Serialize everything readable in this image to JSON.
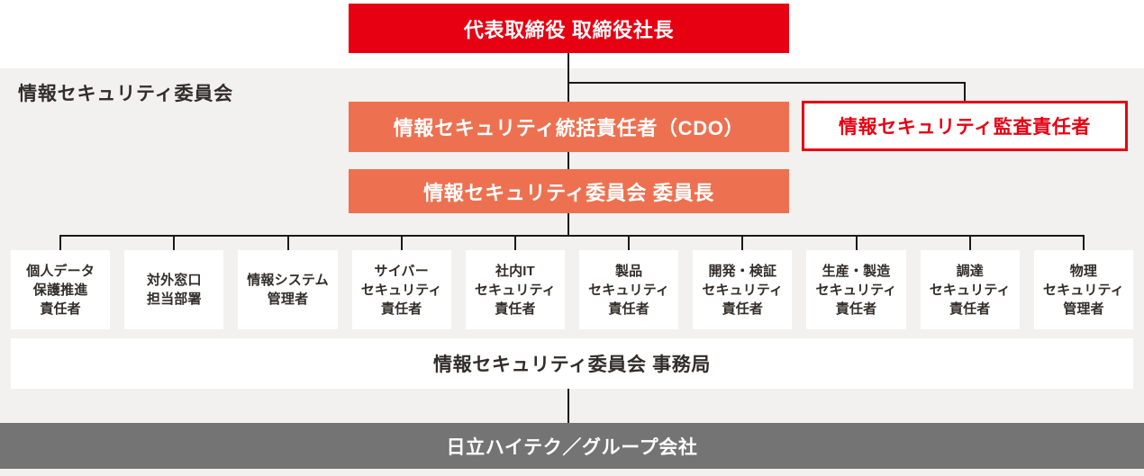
{
  "panel": {
    "label": "情報セキュリティ委員会"
  },
  "org": {
    "president": "代表取締役 取締役社長",
    "cdo": "情報セキュリティ統括責任者（CDO）",
    "auditor": "情報セキュリティ監査責任者",
    "chair": "情報セキュリティ委員会 委員長",
    "members": [
      {
        "label": "個人データ\n保護推進\n責任者"
      },
      {
        "label": "対外窓口\n担当部署"
      },
      {
        "label": "情報システム\n管理者"
      },
      {
        "label": "サイバー\nセキュリティ\n責任者"
      },
      {
        "label": "社内IT\nセキュリティ\n責任者"
      },
      {
        "label": "製品\nセキュリティ\n責任者"
      },
      {
        "label": "開発・検証\nセキュリティ\n責任者"
      },
      {
        "label": "生産・製造\nセキュリティ\n責任者"
      },
      {
        "label": "調達\nセキュリティ\n責任者"
      },
      {
        "label": "物理\nセキュリティ\n管理者"
      }
    ],
    "secretariat": "情報セキュリティ委員会 事務局",
    "group_company": "日立ハイテク／グループ会社"
  },
  "colors": {
    "brand_red": "#e60012",
    "accent_orange": "#ed7150",
    "panel_gray": "#f2f1ef",
    "group_gray": "#747474",
    "text_dark": "#322d2a",
    "connector_black": "#1a1a1a"
  }
}
